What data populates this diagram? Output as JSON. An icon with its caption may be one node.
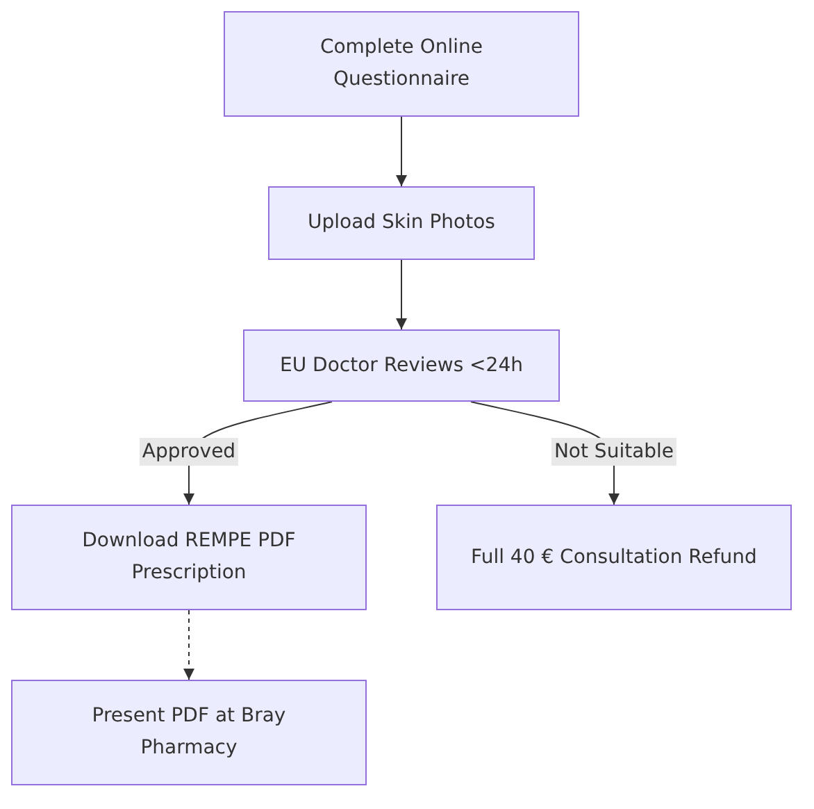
{
  "diagram": {
    "nodes": [
      {
        "text": [
          "Complete Online Questionnaire"
        ]
      },
      {
        "text": [
          "Upload Skin Photos"
        ]
      },
      {
        "text": [
          "EU Doctor Reviews <24h"
        ]
      },
      {
        "text": [
          "Download REMPE PDF Prescription"
        ]
      },
      {
        "text": [
          "Full 40 € Consultation Refund"
        ]
      },
      {
        "text": [
          "Present PDF at Bray Pharmacy"
        ]
      }
    ],
    "edges": [
      {
        "from": 0,
        "to": 1,
        "arrow": "to"
      },
      {
        "from": 1,
        "to": 2,
        "arrow": "to"
      },
      {
        "from": 2,
        "to": 3,
        "arrow": "to",
        "label": "Approved"
      },
      {
        "from": 2,
        "to": 4,
        "arrow": "to",
        "label": "Not Suitable"
      },
      {
        "from": 3,
        "to": 5,
        "arrow": "to",
        "style": "dashed"
      }
    ]
  }
}
